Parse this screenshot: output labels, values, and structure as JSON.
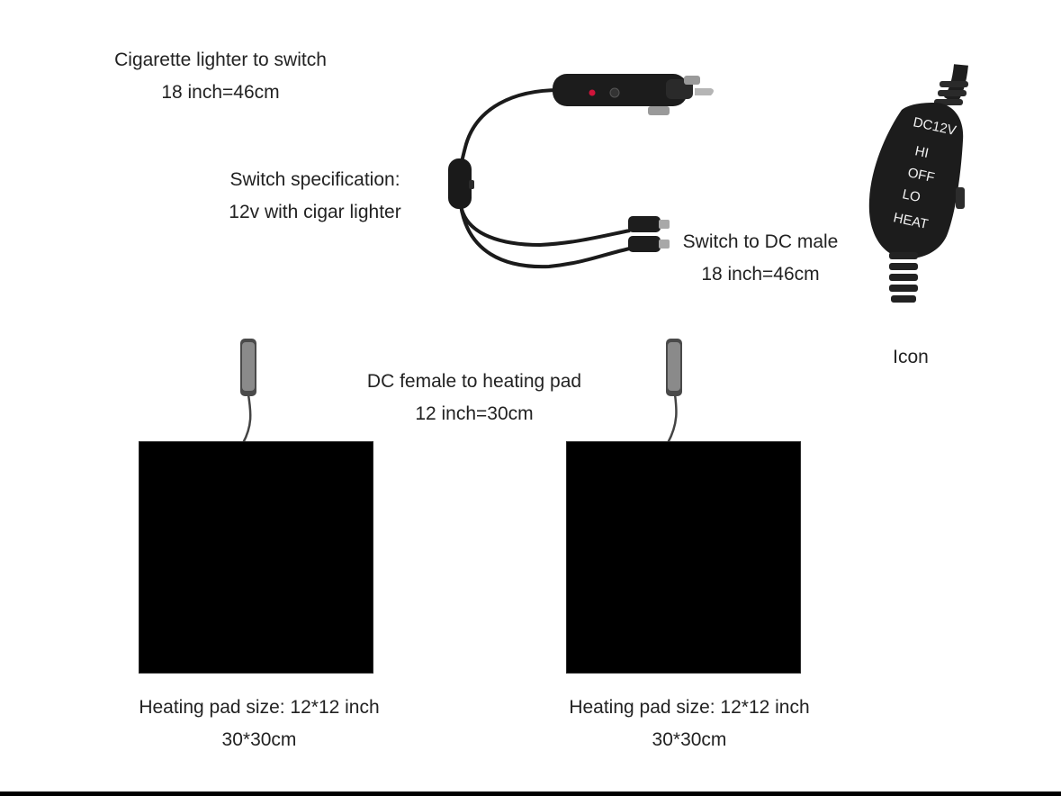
{
  "labels": {
    "lighter_to_switch": {
      "line1": "Cigarette lighter to switch",
      "line2": "18 inch=46cm"
    },
    "switch_spec": {
      "line1": "Switch specification:",
      "line2": "12v with cigar lighter"
    },
    "switch_to_dc": {
      "line1": "Switch to DC male",
      "line2": "18 inch=46cm"
    },
    "icon_caption": "Icon",
    "dc_female_to_pad": {
      "line1": "DC female to heating pad",
      "line2": "12 inch=30cm"
    },
    "pad_left": {
      "line1": "Heating pad size: 12*12 inch",
      "line2": "30*30cm"
    },
    "pad_right": {
      "line1": "Heating pad size: 12*12 inch",
      "line2": "30*30cm"
    }
  },
  "switch_closeup": {
    "markings": [
      "DC12V",
      "HI",
      "OFF",
      "LO",
      "HEAT"
    ]
  },
  "colors": {
    "pad": "#000000",
    "cable": "#1b1b1b",
    "indicator_led": "#d0143a",
    "text": "#222222"
  }
}
